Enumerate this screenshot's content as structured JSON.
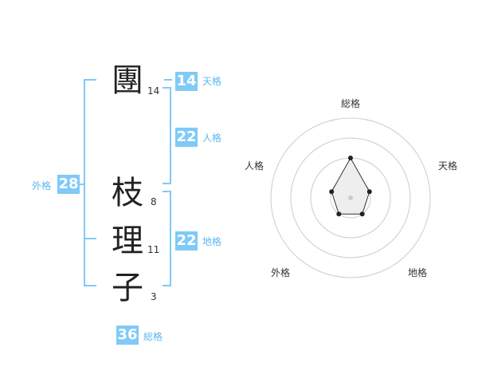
{
  "name": {
    "family": [
      {
        "char": "團",
        "strokes": "14"
      }
    ],
    "given": [
      {
        "char": "枝",
        "strokes": "8"
      },
      {
        "char": "理",
        "strokes": "11"
      },
      {
        "char": "子",
        "strokes": "3"
      }
    ]
  },
  "kakusu": {
    "tenkaku": {
      "value": "14",
      "label": "天格"
    },
    "jinkaku": {
      "value": "22",
      "label": "人格"
    },
    "chikaku": {
      "value": "22",
      "label": "地格"
    },
    "gaikaku": {
      "value": "28",
      "label": "外格"
    },
    "soukaku": {
      "value": "36",
      "label": "総格"
    }
  },
  "radar": {
    "axes": [
      "総格",
      "天格",
      "地格",
      "外格",
      "人格"
    ],
    "levels": 4,
    "values": [
      2,
      1,
      1,
      1,
      1
    ],
    "colors": {
      "fill": "#eeeeee",
      "line": "#333333",
      "ring": "#cccccc",
      "point": "#222222",
      "center": "#cccccc"
    }
  },
  "colors": {
    "accent": "#7fcaf6",
    "bracket": "#7fcaf6",
    "label": "#5cb8ee"
  }
}
